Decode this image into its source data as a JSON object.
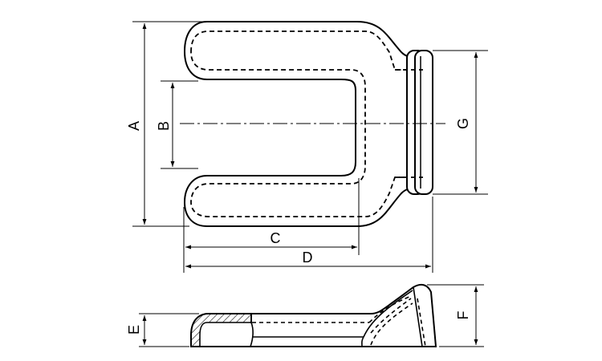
{
  "drawing": {
    "type": "technical drawing",
    "views": [
      "top-view",
      "side-view"
    ],
    "stroke_color": "#000000",
    "background": "#ffffff"
  },
  "dimensions": {
    "A": "A",
    "B": "B",
    "C": "C",
    "D": "D",
    "E": "E",
    "F": "F",
    "G": "G"
  }
}
